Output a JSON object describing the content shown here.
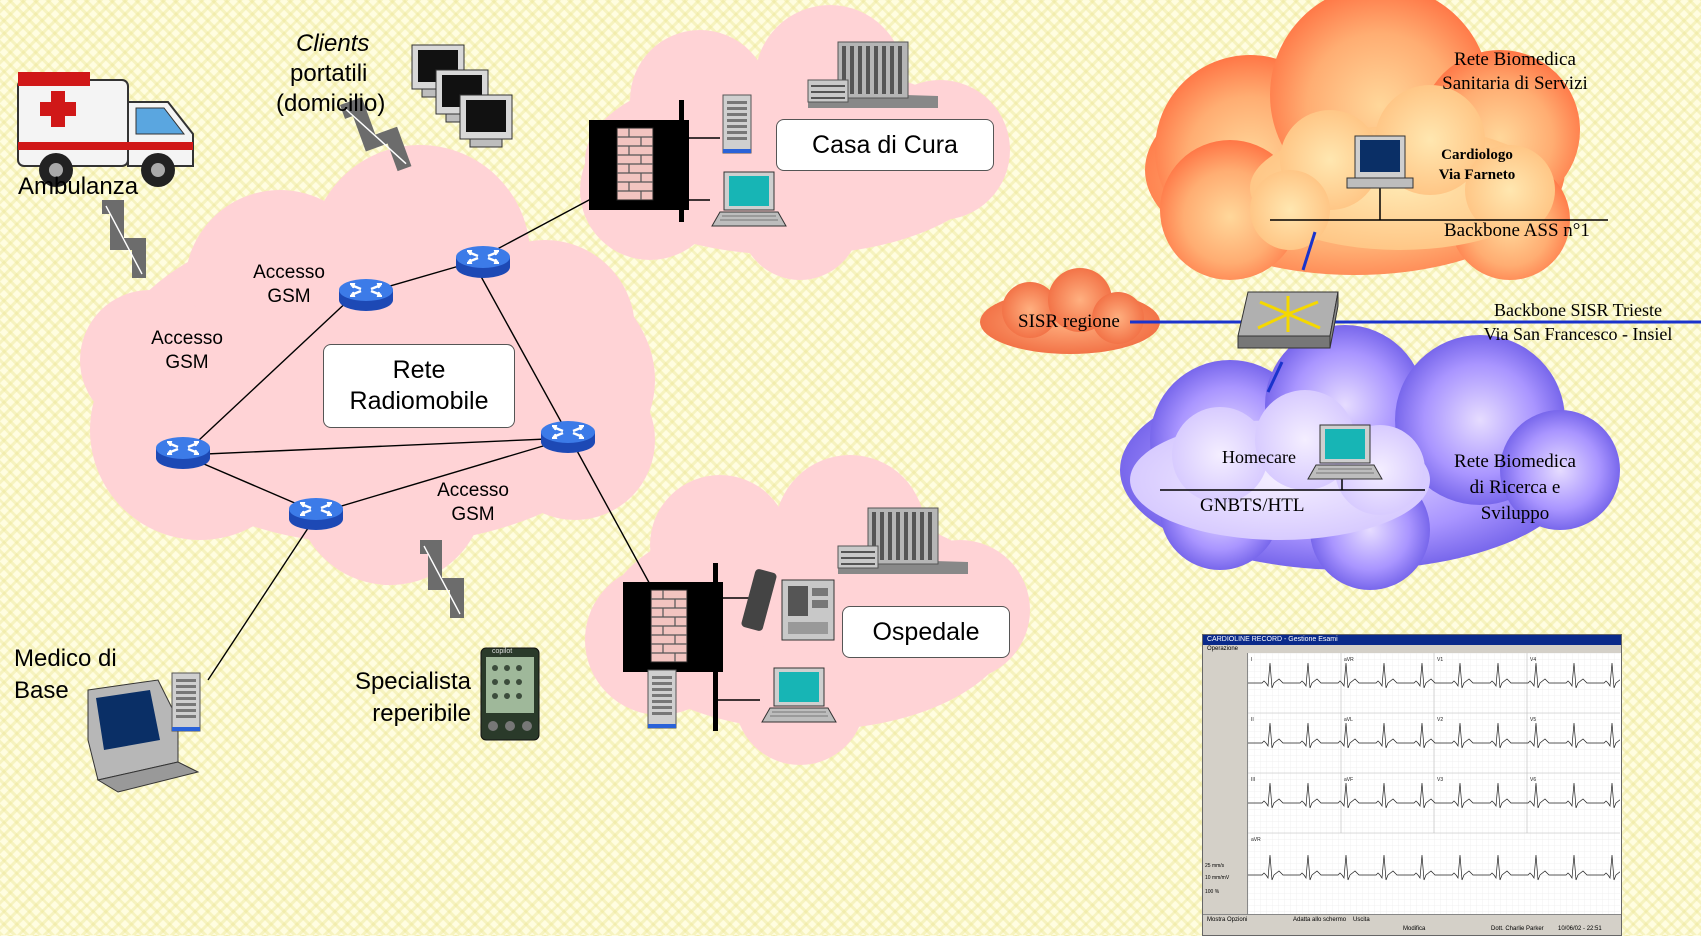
{
  "labels": {
    "clients_line1": "Clients",
    "clients_line2": "portatili",
    "clients_line3": "(domicilio)",
    "ambulanza": "Ambulanza",
    "accesso_gsm_1_a": "Accesso",
    "accesso_gsm_1_b": "GSM",
    "accesso_gsm_2_a": "Accesso",
    "accesso_gsm_2_b": "GSM",
    "accesso_gsm_3_a": "Accesso",
    "accesso_gsm_3_b": "GSM",
    "rete_radiomobile_a": "Rete",
    "rete_radiomobile_b": "Radiomobile",
    "casa_di_cura": "Casa di Cura",
    "ospedale": "Ospedale",
    "medico_a": "Medico di",
    "medico_b": "Base",
    "specialista_a": "Specialista",
    "specialista_b": "reperibile",
    "pda_brand": "copilot",
    "rete_biomedica_servizi_a": "Rete Biomedica",
    "rete_biomedica_servizi_b": "Sanitaria di Servizi",
    "cardiologo_a": "Cardiologo",
    "cardiologo_b": "Via Farneto",
    "backbone_ass": "Backbone ASS n°1",
    "sisr_regione": "SISR regione",
    "backbone_sisr_a": "Backbone SISR Trieste",
    "backbone_sisr_b": "Via San Francesco - Insiel",
    "homecare": "Homecare",
    "gnbts": "GNBTS/HTL",
    "rete_biomedica_ricerca_a": "Rete Biomedica",
    "rete_biomedica_ricerca_b": "di Ricerca e",
    "rete_biomedica_ricerca_c": "Sviluppo"
  },
  "ecg_window": {
    "title": "CARDIOLINE RECORD - Gestione Esami",
    "menu": "Operazione",
    "leads": [
      "I",
      "aVR",
      "V1",
      "V4",
      "II",
      "aVL",
      "V2",
      "V5",
      "III",
      "aVF",
      "V3",
      "V6",
      "aVR"
    ],
    "speed": "25 mm/s",
    "gain": "10 mm/mV",
    "zoom": "100 %",
    "status_items": [
      "Mostra Opzioni",
      "Adatta allo schermo",
      "Uscita",
      "Modifica",
      "Dott. Charlie Parker",
      "10/06/02 - 22:51"
    ]
  },
  "colors": {
    "pink_cloud": "#ffd3d6",
    "orange_cloud": "#ff8a55",
    "purple_cloud": "#7a6af0",
    "link_blue": "#1a33cc",
    "router_blue": "#2a62d8"
  },
  "icons": [
    "ambulance-icon",
    "computer-icon",
    "lightning-icon",
    "router-icon",
    "firewall-icon",
    "server-icon",
    "building-icon",
    "laptop-icon",
    "pda-icon",
    "phone-icon",
    "switch-icon",
    "ecg-screenshot"
  ]
}
